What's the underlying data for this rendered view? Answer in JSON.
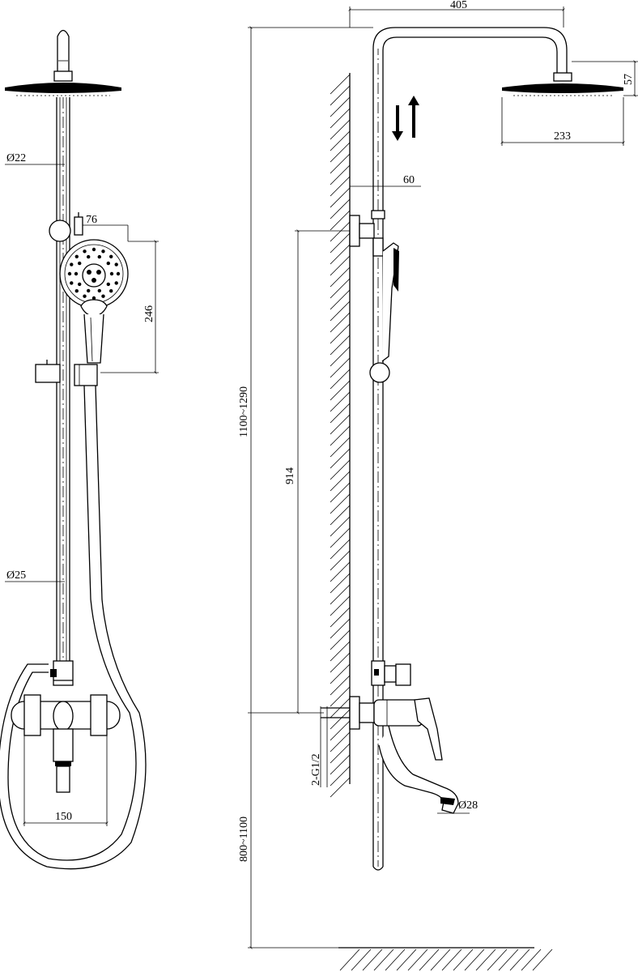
{
  "front_view": {
    "dims": {
      "pipe_upper_diameter": "Ø22",
      "pipe_lower_diameter": "Ø25",
      "holder_offset": "76",
      "hand_shower_length": "246",
      "mixer_width": "150"
    }
  },
  "side_view": {
    "dims": {
      "arm_length": "405",
      "head_height": "57",
      "head_diameter": "233",
      "wall_offset": "60",
      "total_height": "1100~1290",
      "bracket_height": "914",
      "inlet_thread": "2-G1/2",
      "mount_height": "800~1100",
      "spout_diameter": "Ø28"
    },
    "flow_icon": "up-down-arrows-icon"
  }
}
